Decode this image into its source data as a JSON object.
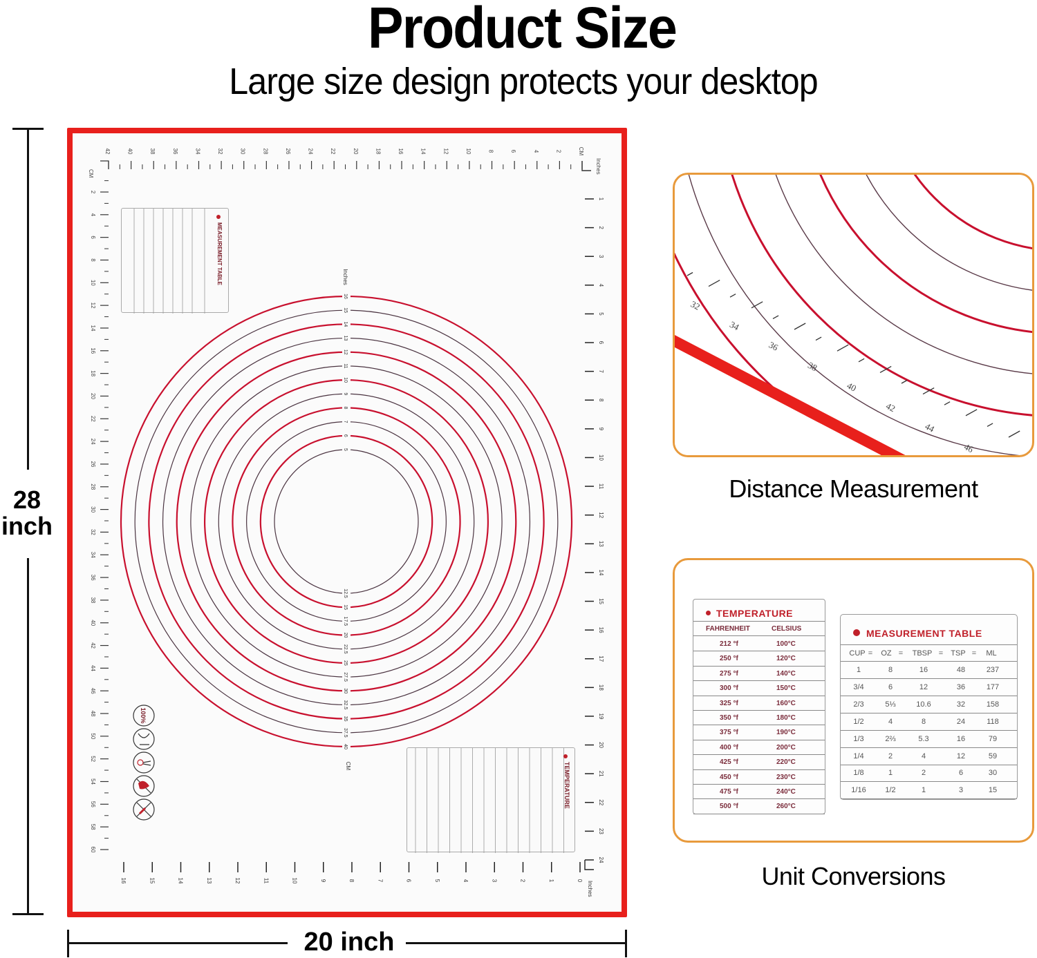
{
  "header": {
    "title": "Product Size",
    "subtitle": "Large size design protects your desktop"
  },
  "dimensions": {
    "height_value": "28",
    "height_unit": "inch",
    "width_label": "20 inch"
  },
  "colors": {
    "mat_red": "#e8201c",
    "panel_border": "#e89a3c",
    "table_red": "#c0202a"
  },
  "mat": {
    "top_ruler": {
      "unit_left": "CM",
      "unit_right": "Inches",
      "labels": [
        "42",
        "40",
        "38",
        "36",
        "34",
        "32",
        "30",
        "28",
        "26",
        "24",
        "22",
        "20",
        "18",
        "16",
        "14",
        "12",
        "10",
        "8",
        "6",
        "4",
        "2",
        "CM"
      ]
    },
    "left_ruler": {
      "unit": "CM",
      "labels": [
        "2",
        "4",
        "6",
        "8",
        "10",
        "12",
        "14",
        "16",
        "18",
        "20",
        "22",
        "24",
        "26",
        "28",
        "30",
        "32",
        "34",
        "36",
        "38",
        "40",
        "42",
        "44",
        "46",
        "48",
        "50",
        "52",
        "54",
        "56",
        "58",
        "60"
      ]
    },
    "right_ruler": {
      "unit": "Inches",
      "labels": [
        "1",
        "2",
        "3",
        "4",
        "5",
        "6",
        "7",
        "8",
        "9",
        "10",
        "11",
        "12",
        "13",
        "14",
        "15",
        "16",
        "17",
        "18",
        "19",
        "20",
        "21",
        "22",
        "23",
        "24"
      ]
    },
    "bottom_ruler": {
      "unit": "Inches",
      "labels": [
        "16",
        "15",
        "14",
        "13",
        "12",
        "11",
        "10",
        "9",
        "8",
        "7",
        "6",
        "5",
        "4",
        "3",
        "2",
        "1",
        "0"
      ]
    },
    "circles": {
      "inch_unit": "Inches",
      "cm_unit": "CM",
      "inch_labels": [
        "16",
        "15",
        "14",
        "13",
        "12",
        "11",
        "10",
        "9",
        "8",
        "7",
        "6",
        "5"
      ],
      "cm_labels": [
        "12.5",
        "15",
        "17.5",
        "20",
        "22.5",
        "25",
        "27.5",
        "30",
        "32.5",
        "35",
        "37.5",
        "40"
      ]
    },
    "icons": [
      "100-percent-icon",
      "oven-icon",
      "scissors-icon",
      "no-animal-icon",
      "no-knife-icon"
    ],
    "icon_text": "100%"
  },
  "temperature_table": {
    "title": "TEMPERATURE",
    "headers": [
      "FAHRENHEIT",
      "CELSIUS"
    ],
    "rows": [
      [
        "212 °f",
        "100°C"
      ],
      [
        "250 °f",
        "120°C"
      ],
      [
        "275 °f",
        "140°C"
      ],
      [
        "300 °f",
        "150°C"
      ],
      [
        "325 °f",
        "160°C"
      ],
      [
        "350 °f",
        "180°C"
      ],
      [
        "375 °f",
        "190°C"
      ],
      [
        "400 °f",
        "200°C"
      ],
      [
        "425 °f",
        "220°C"
      ],
      [
        "450 °f",
        "230°C"
      ],
      [
        "475 °f",
        "240°C"
      ],
      [
        "500 °f",
        "260°C"
      ]
    ]
  },
  "measurement_table": {
    "title": "MEASUREMENT TABLE",
    "headers": [
      "CUP",
      "=",
      "OZ",
      "=",
      "TBSP",
      "=",
      "TSP",
      "=",
      "ML"
    ],
    "columns": [
      "CUP",
      "OZ",
      "TBSP",
      "TSP",
      "ML"
    ],
    "rows": [
      [
        "1",
        "8",
        "16",
        "48",
        "237"
      ],
      [
        "3/4",
        "6",
        "12",
        "36",
        "177"
      ],
      [
        "2/3",
        "5⅓",
        "10.6",
        "32",
        "158"
      ],
      [
        "1/2",
        "4",
        "8",
        "24",
        "118"
      ],
      [
        "1/3",
        "2⅔",
        "5.3",
        "16",
        "79"
      ],
      [
        "1/4",
        "2",
        "4",
        "12",
        "59"
      ],
      [
        "1/8",
        "1",
        "2",
        "6",
        "30"
      ],
      [
        "1/16",
        "1/2",
        "1",
        "3",
        "15"
      ]
    ]
  },
  "panels": {
    "distance": {
      "caption": "Distance Measurement",
      "ruler_labels": [
        "32",
        "34",
        "36",
        "38",
        "40",
        "42",
        "44",
        "46"
      ]
    },
    "conversions": {
      "caption": "Unit Conversions"
    }
  }
}
